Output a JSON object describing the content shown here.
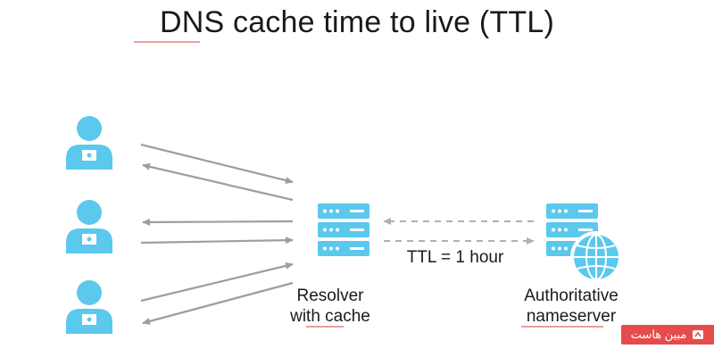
{
  "title": "DNS cache time to live (TTL)",
  "resolver_label": [
    "Resolver",
    "with cache"
  ],
  "authoritative_label": [
    "Authoritative",
    "nameserver"
  ],
  "ttl_label": "TTL = 1 hour",
  "brand_text": "مبین هاست",
  "colors": {
    "icon": "#5bc8ee",
    "arrow": "#9e9e9e",
    "underline": "#e8a09a",
    "brand_bg": "#e64c4c",
    "text": "#1a1a1a"
  },
  "icons": [
    "user-laptop-icon",
    "server-stack-icon",
    "globe-icon",
    "brand-logo-icon"
  ]
}
